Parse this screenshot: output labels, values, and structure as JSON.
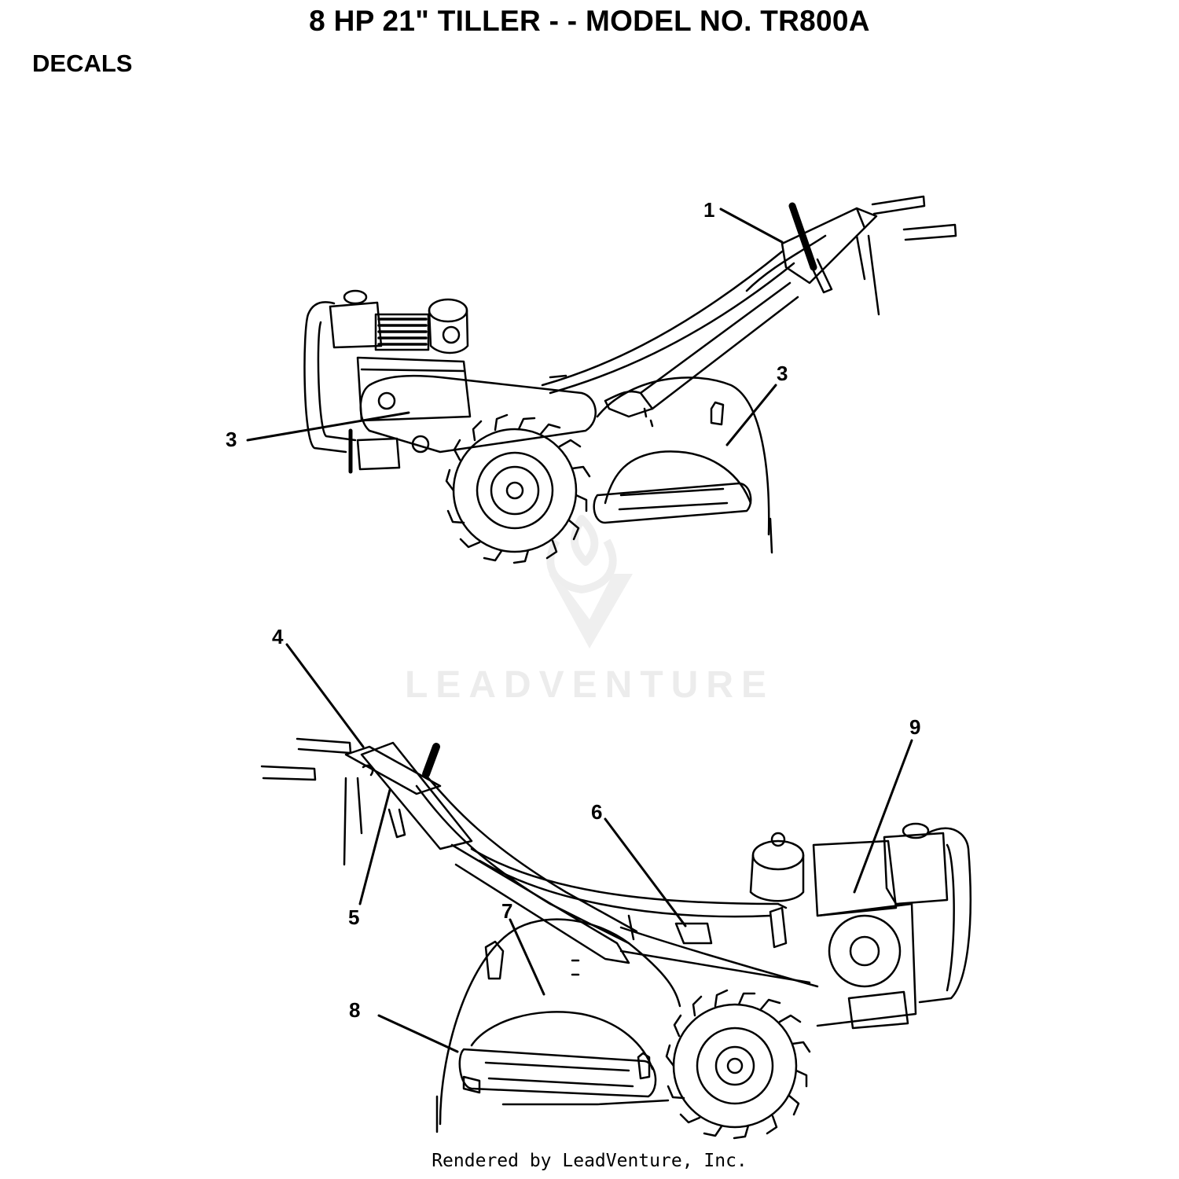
{
  "header": {
    "title": "8 HP 21\" TILLER - - MODEL NO. TR800A"
  },
  "section": {
    "label": "DECALS"
  },
  "watermark": {
    "text": "LEADVENTURE",
    "color": "#ececec"
  },
  "views": {
    "upper": {
      "callouts": [
        "1",
        "3",
        "3"
      ]
    },
    "lower": {
      "callouts": [
        "4",
        "5",
        "6",
        "7",
        "8",
        "9"
      ]
    }
  },
  "footer": {
    "text": "Rendered by LeadVenture, Inc."
  },
  "colors": {
    "ink": "#000000",
    "background": "#ffffff"
  }
}
